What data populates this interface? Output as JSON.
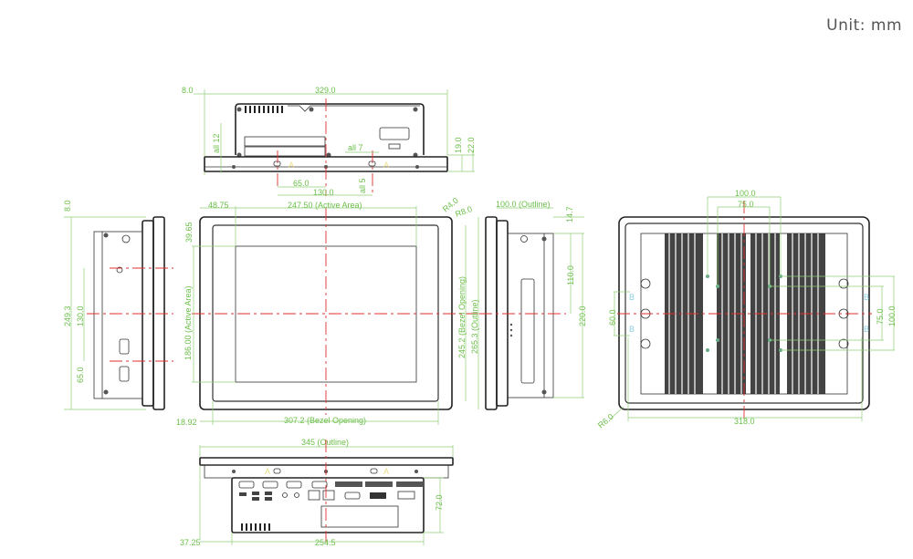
{
  "unit_label": "Unit: mm",
  "views": {
    "top": {
      "dims": {
        "overall_width": "329.0",
        "left_offset": "8.0",
        "all_12": "all 12",
        "all_7": "all 7",
        "all_5": "all 5",
        "hole_half": "65.0",
        "hole_span": "130.0",
        "h19": "19.0",
        "h22": "22.0"
      }
    },
    "front": {
      "dims": {
        "left_margin": "48.75",
        "active_width": "247.50 (Active Area)",
        "r4": "R4.0",
        "r8": "R8.0",
        "top_margin": "39.65",
        "active_height": "186.00 (Active Area)",
        "bezel_height": "245.2 (Bezel Opening)",
        "outline_height": "265.3 (Outline)",
        "bottom_left": "18.92",
        "bezel_width": "307.2 (Bezel Opening)"
      }
    },
    "left_side": {
      "dims": {
        "top_offset": "8.0",
        "overall_height": "249.3",
        "hole_span": "130.0",
        "hole_half": "65.0"
      }
    },
    "right_side": {
      "dims": {
        "outline_depth": "100.0 (Outline)",
        "top_offset": "14.7",
        "half_height": "110.0",
        "full_height": "220.0"
      }
    },
    "rear": {
      "dims": {
        "vesa_100": "100.0",
        "vesa_75": "75.0",
        "left_span": "60.0",
        "right_75": "75.0",
        "right_100": "100.0",
        "corner_radius": "R6.0",
        "width": "318.0"
      },
      "markers": [
        "B",
        "B",
        "B",
        "B"
      ]
    },
    "bottom": {
      "dims": {
        "outline_width": "345 (Outline)",
        "depth": "72.0",
        "left_offset": "37.25",
        "body_width": "254.5"
      }
    }
  }
}
